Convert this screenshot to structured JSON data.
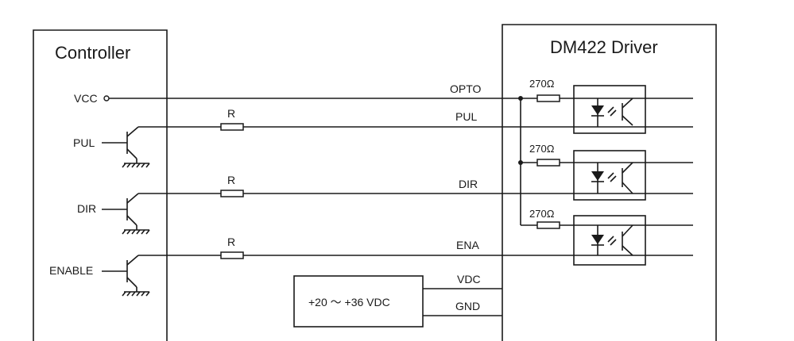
{
  "controller": {
    "title": "Controller",
    "pins": [
      "VCC",
      "PUL",
      "DIR",
      "ENABLE"
    ]
  },
  "driver": {
    "title": "DM422 Driver",
    "inputs": [
      "OPTO",
      "PUL",
      "DIR",
      "ENA",
      "VDC",
      "GND"
    ],
    "resistor_value": "270Ω"
  },
  "resistor_label": "R",
  "power_supply": {
    "label": "+20 ～ +36 VDC"
  }
}
